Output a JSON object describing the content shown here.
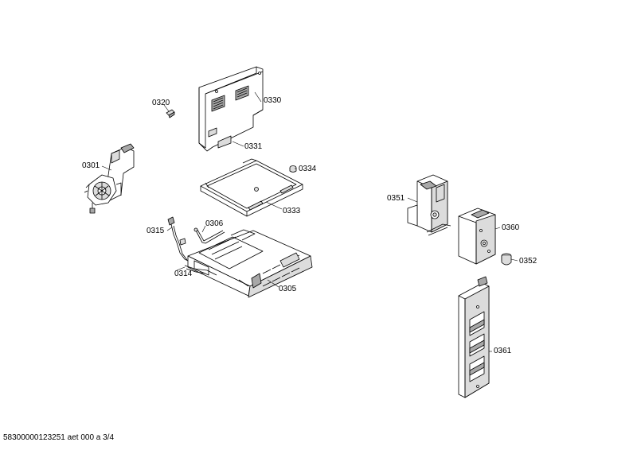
{
  "labels": {
    "p0301": "0301",
    "p0305": "0305",
    "p0306": "0306",
    "p0314": "0314",
    "p0315": "0315",
    "p0320": "0320",
    "p0330": "0330",
    "p0331": "0331",
    "p0333": "0333",
    "p0334": "0334",
    "p0351": "0351",
    "p0352": "0352",
    "p0360": "0360",
    "p0361": "0361"
  },
  "footer": "58300000123251 aet 000 a 3/4"
}
